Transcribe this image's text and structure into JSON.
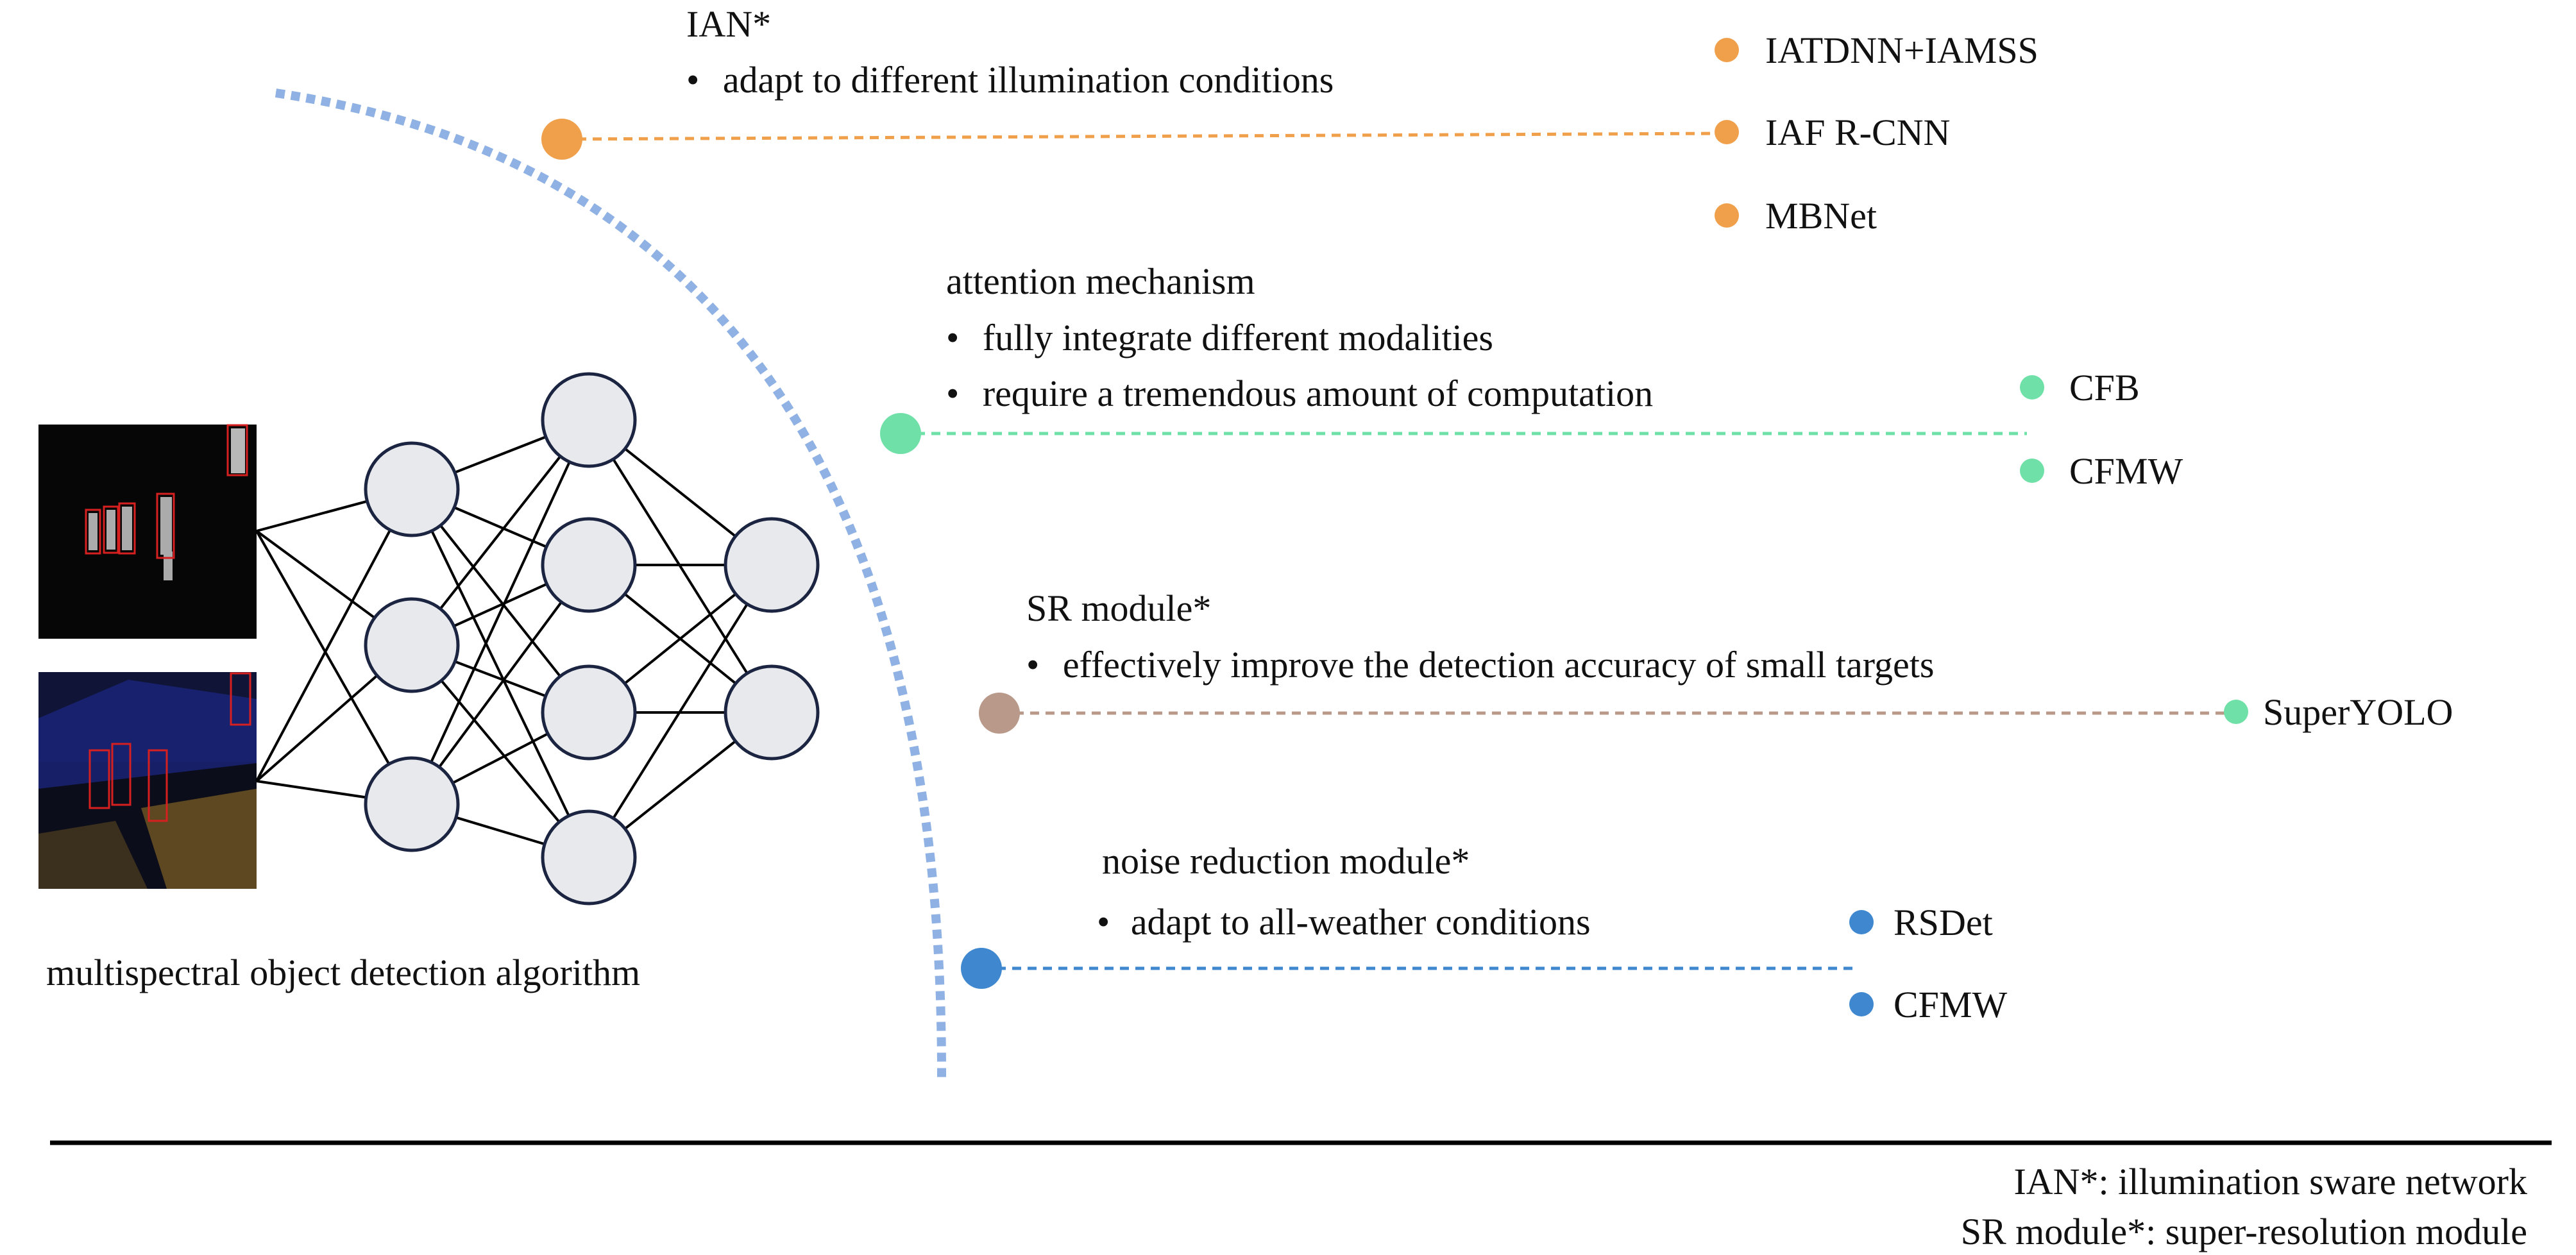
{
  "colors": {
    "arc": "#8fb1e3",
    "ian": "#f0a04b",
    "attention": "#6fe0a7",
    "sr_node": "#b9998a",
    "sr_method": "#6fe0a7",
    "noise": "#3f88d0",
    "nn_node_fill": "#e8e9ed",
    "nn_node_stroke": "#1b2440",
    "rule": "#000000"
  },
  "caption": "multispectral object detection algorithm",
  "branches": [
    {
      "id": "ian",
      "title": "IAN*",
      "bullets": [
        "adapt to different illumination conditions"
      ],
      "methods": [
        "IATDNN+IAMSS",
        "IAF R-CNN",
        "MBNet"
      ]
    },
    {
      "id": "attention",
      "title": "attention mechanism",
      "bullets": [
        "fully integrate different modalities",
        "require a tremendous amount of computation"
      ],
      "methods": [
        "CFB",
        "CFMW"
      ]
    },
    {
      "id": "sr",
      "title": "SR module*",
      "bullets": [
        "effectively improve the detection accuracy of small targets"
      ],
      "methods": [
        "SuperYOLO"
      ]
    },
    {
      "id": "noise",
      "title": "noise reduction module*",
      "bullets": [
        "adapt to all-weather conditions"
      ],
      "methods": [
        "RSDet",
        "CFMW"
      ]
    }
  ],
  "legend": [
    "IAN*: illumination sware network",
    "SR module*: super-resolution module"
  ],
  "bullet_char": "•"
}
